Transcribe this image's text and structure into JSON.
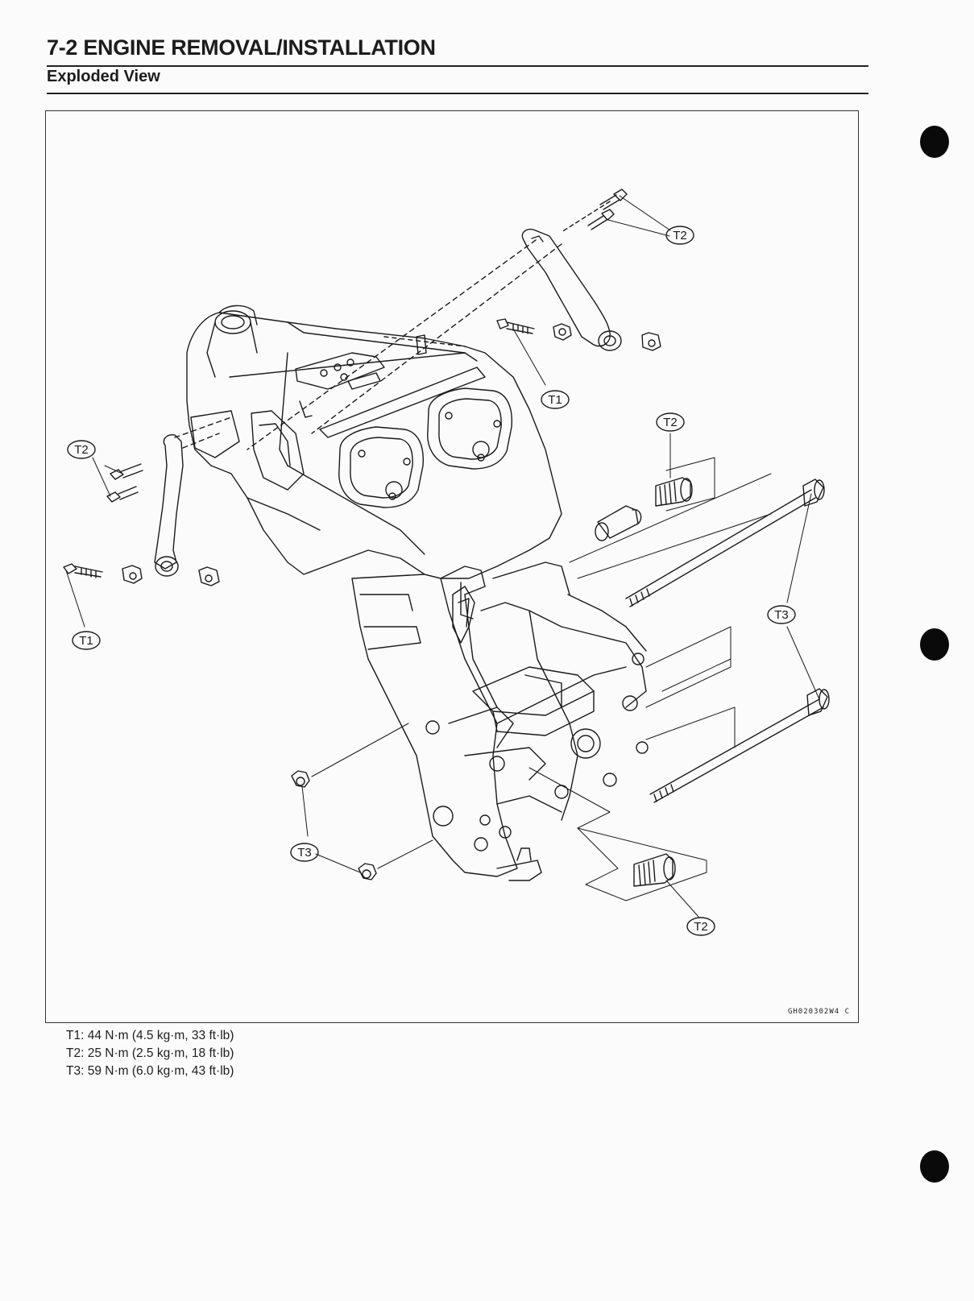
{
  "header": {
    "title": "7-2 ENGINE REMOVAL/INSTALLATION",
    "subtitle": "Exploded View"
  },
  "figure": {
    "drawing_code": "GH020302W4 C",
    "callouts": {
      "t1": "T1",
      "t2": "T2",
      "t3": "T3"
    }
  },
  "torque_specs": [
    "T1: 44 N·m (4.5 kg·m, 33 ft·lb)",
    "T2: 25 N·m (2.5 kg·m, 18 ft·lb)",
    "T3: 59 N·m (6.0 kg·m, 43 ft·lb)"
  ]
}
